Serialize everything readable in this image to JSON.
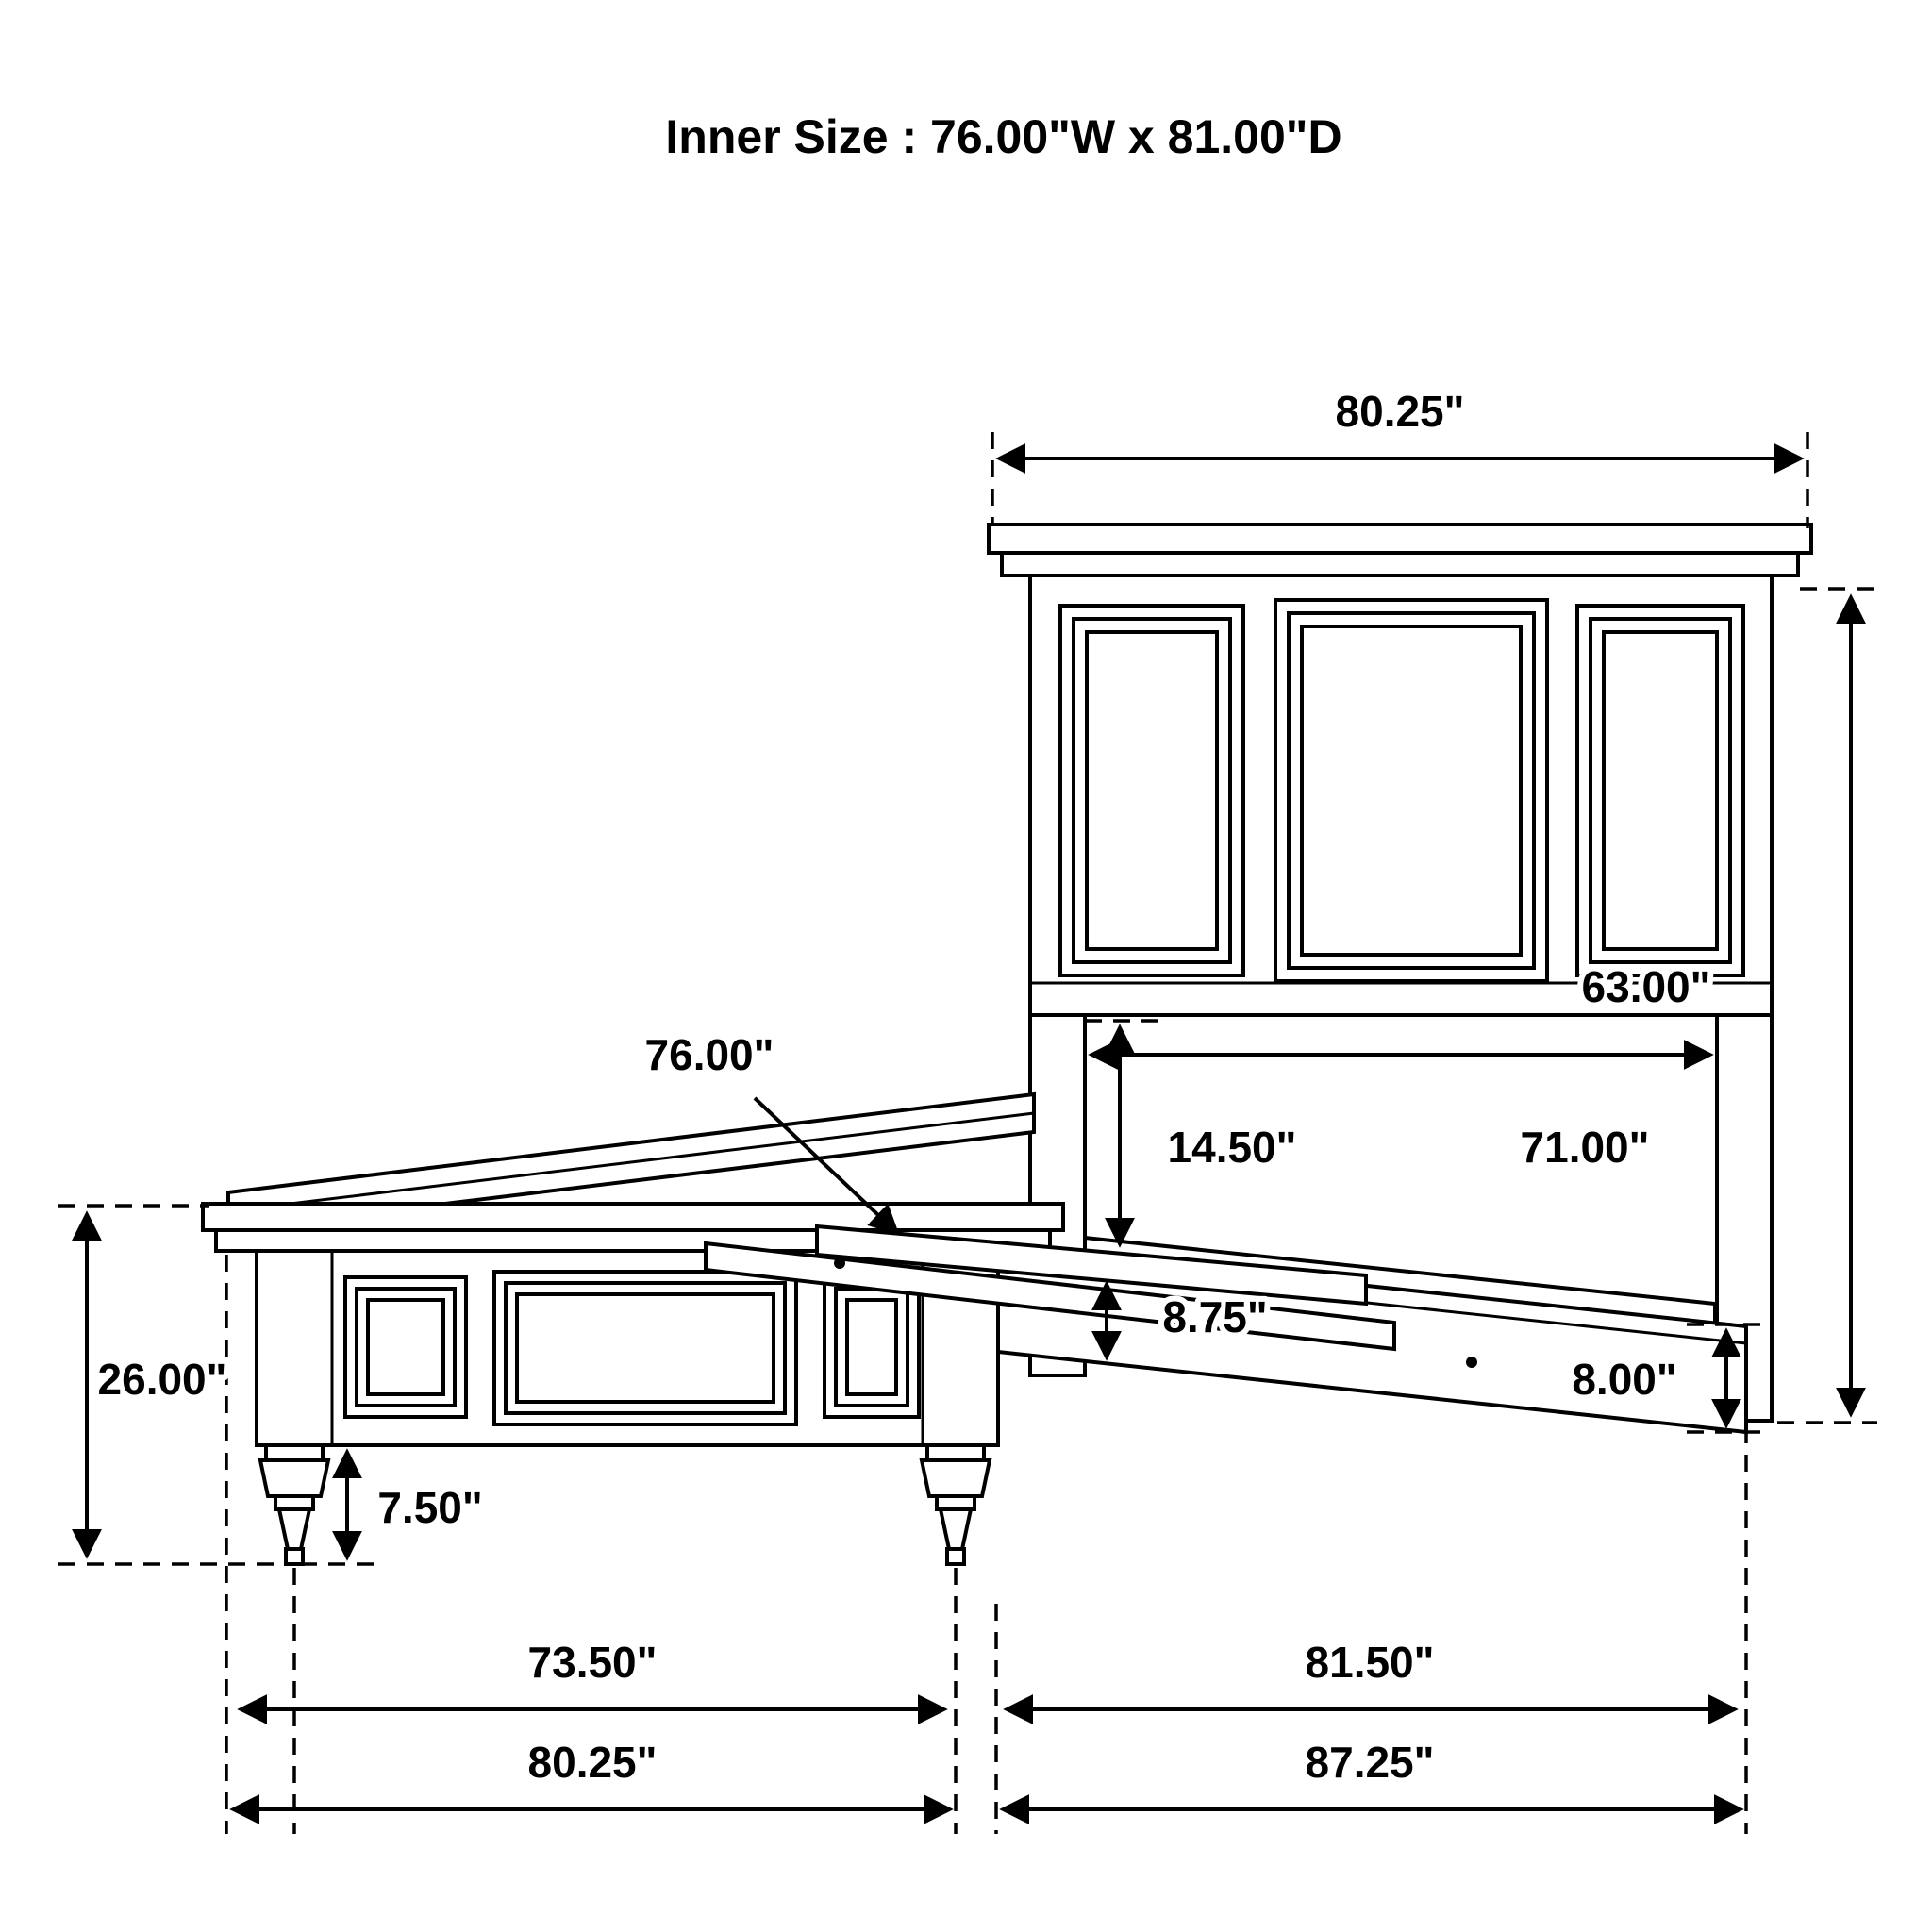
{
  "title": "Inner Size : 76.00\"W x 81.00\"D",
  "colors": {
    "ink": "#000000",
    "background": "#ffffff"
  },
  "dims": {
    "headboard_width": "80.25\"",
    "headboard_height": "63.00\"",
    "slat_width": "76.00\"",
    "headboard_inner_width": "71.00\"",
    "headboard_bottom_to_slat": "14.50\"",
    "slat_clearance": "8.75\"",
    "side_rail_height": "8.00\"",
    "footboard_height": "26.00\"",
    "foot_height": "7.50\"",
    "footboard_inner_width": "73.50\"",
    "rail_inner_length": "81.50\"",
    "footboard_width": "80.25\"",
    "overall_length": "87.25\""
  }
}
